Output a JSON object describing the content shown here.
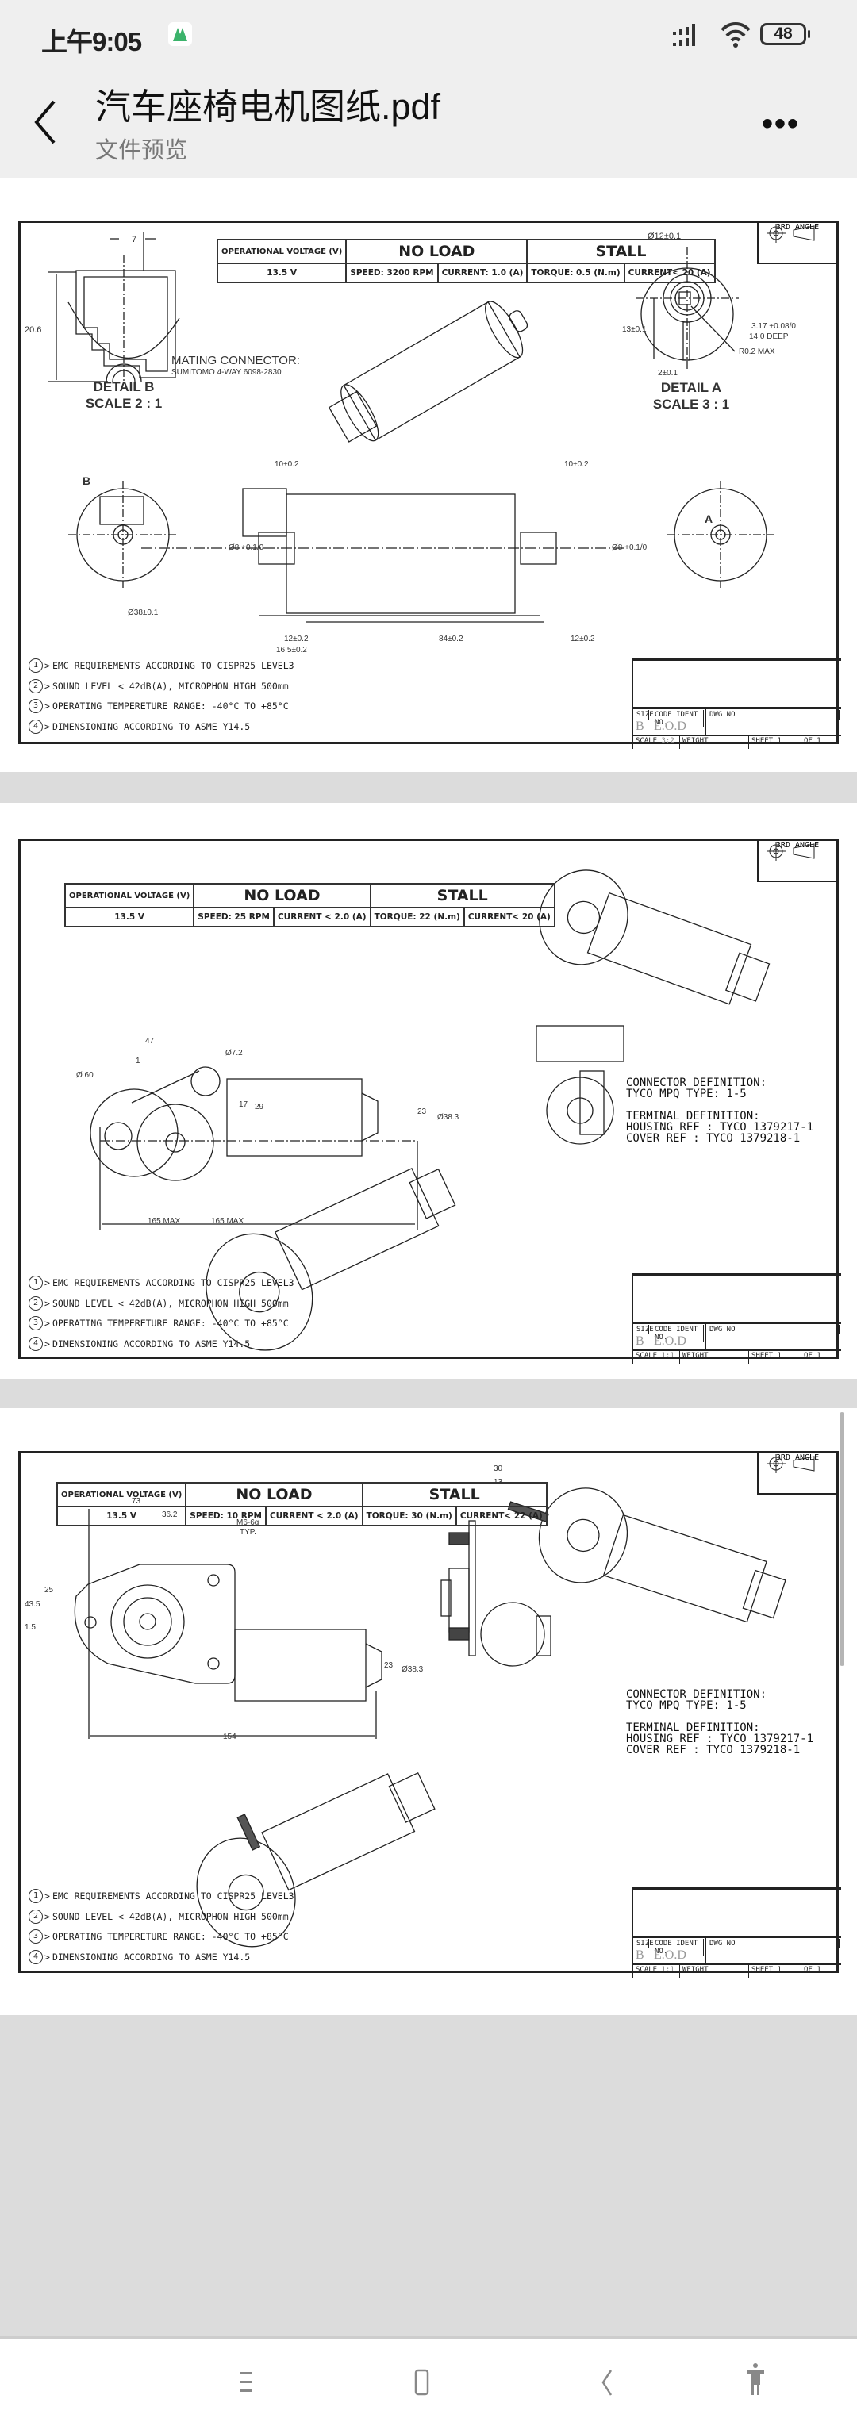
{
  "status_bar": {
    "time": "上午9:05",
    "battery": "48"
  },
  "header": {
    "title": "汽车座椅电机图纸.pdf",
    "subtitle": "文件预览"
  },
  "pages": [
    {
      "spec": {
        "op_voltage_label": "OPERATIONAL VOLTAGE (V)",
        "no_load": "NO LOAD",
        "stall": "STALL",
        "voltage": "13.5 V",
        "speed": "SPEED: 3200 RPM",
        "current_noload": "CURRENT: 1.0 (A)",
        "torque": "TORQUE: 0.5 (N.m)",
        "current_stall": "CURRENT< 20 (A)"
      },
      "angle": "3RD ANGLE",
      "labels": {
        "detail_b": "DETAIL B",
        "detail_b_scale": "SCALE 2 : 1",
        "dim_7": "7",
        "dim_20_6": "20.6",
        "mating_1": "MATING CONNECTOR:",
        "mating_2": "SUMITOMO 4-WAY 6098-2830",
        "detail_a": "DETAIL A",
        "detail_a_scale": "SCALE 3 : 1",
        "dia_12": "Ø12±0.1",
        "sq": "□3.17 +0.08/0",
        "deep": "14.0 DEEP",
        "r02": "R0.2 MAX",
        "dim_13": "13±0.1",
        "dim_2": "2±0.1",
        "b_mark": "B",
        "a_mark": "A",
        "dia_38": "Ø38±0.1",
        "d10a": "10±0.2",
        "d10b": "10±0.2",
        "d8a": "Ø8 +0.1/0",
        "d8b": "Ø8 +0.1/0",
        "d12a": "12±0.2",
        "d165": "16.5±0.2",
        "d84": "84±0.2",
        "d12b": "12±0.2"
      },
      "title_block": {
        "size_label": "SIZE",
        "code_label": "CODE IDENT NO.",
        "dwg_label": "DWG NO",
        "size": "B",
        "code": "E.O.D",
        "scale_label": "SCALE",
        "scale": "3:2",
        "weight_label": "WEIGHT",
        "sheet": "SHEET 1",
        "of": "OF 1"
      }
    },
    {
      "spec": {
        "op_voltage_label": "OPERATIONAL VOLTAGE (V)",
        "no_load": "NO LOAD",
        "stall": "STALL",
        "voltage": "13.5 V",
        "speed": "SPEED: 25 RPM",
        "current_noload": "CURRENT < 2.0 (A)",
        "torque": "TORQUE: 22 (N.m)",
        "current_stall": "CURRENT< 20 (A)"
      },
      "angle": "3RD ANGLE",
      "labels": {
        "d47": "47",
        "d1": "1",
        "d72": "Ø7.2",
        "d60": "Ø 60",
        "d17": "17",
        "d29": "29",
        "d23": "23",
        "d383": "Ø38.3",
        "d165a": "165 MAX",
        "d165b": "165 MAX"
      },
      "connector": "CONNECTOR DEFINITION:\nTYCO MPQ TYPE: 1-5\n\nTERMINAL DEFINITION:\nHOUSING REF : TYCO 1379217-1\nCOVER REF : TYCO 1379218-1",
      "title_block": {
        "size_label": "SIZE",
        "code_label": "CODE IDENT NO.",
        "dwg_label": "DWG NO",
        "size": "B",
        "code": "E.O.D",
        "scale_label": "SCALE",
        "scale": "1:1",
        "weight_label": "WEIGHT",
        "sheet": "SHEET 1",
        "of": "OF 1"
      }
    },
    {
      "spec": {
        "op_voltage_label": "OPERATIONAL VOLTAGE (V)",
        "no_load": "NO LOAD",
        "stall": "STALL",
        "voltage": "13.5 V",
        "speed": "SPEED: 10 RPM",
        "current_noload": "CURRENT < 2.0 (A)",
        "torque": "TORQUE: 30 (N.m)",
        "current_stall": "CURRENT< 22 (A)"
      },
      "angle": "3RD ANGLE",
      "labels": {
        "d73": "73",
        "d362": "36.2",
        "m6": "M6-6g",
        "typ": "TYP.",
        "d435": "43.5",
        "d25": "25",
        "d15": "1.5",
        "d23": "23",
        "d383": "Ø38.3",
        "d154": "154",
        "d30": "30",
        "d13": "13"
      },
      "connector": "CONNECTOR DEFINITION:\nTYCO MPQ TYPE: 1-5\n\nTERMINAL DEFINITION:\nHOUSING REF : TYCO 1379217-1\nCOVER REF : TYCO 1379218-1",
      "title_block": {
        "size_label": "SIZE",
        "code_label": "CODE IDENT NO.",
        "dwg_label": "DWG NO",
        "size": "B",
        "code": "E.O.D",
        "scale_label": "SCALE",
        "scale": "1:1",
        "weight_label": "WEIGHT",
        "sheet": "SHEET 1",
        "of": "OF 1"
      }
    }
  ],
  "notes": [
    {
      "num": "1",
      "text": "EMC REQUIREMENTS ACCORDING TO CISPR25 LEVEL3"
    },
    {
      "num": "2",
      "text": "SOUND LEVEL < 42dB(A), MICROPHON HIGH 500mm"
    },
    {
      "num": "3",
      "text": "OPERATING TEMPERETURE RANGE: -40°C TO +85°C"
    },
    {
      "num": "4",
      "text": "DIMENSIONING ACCORDING TO ASME Y14.5"
    }
  ]
}
